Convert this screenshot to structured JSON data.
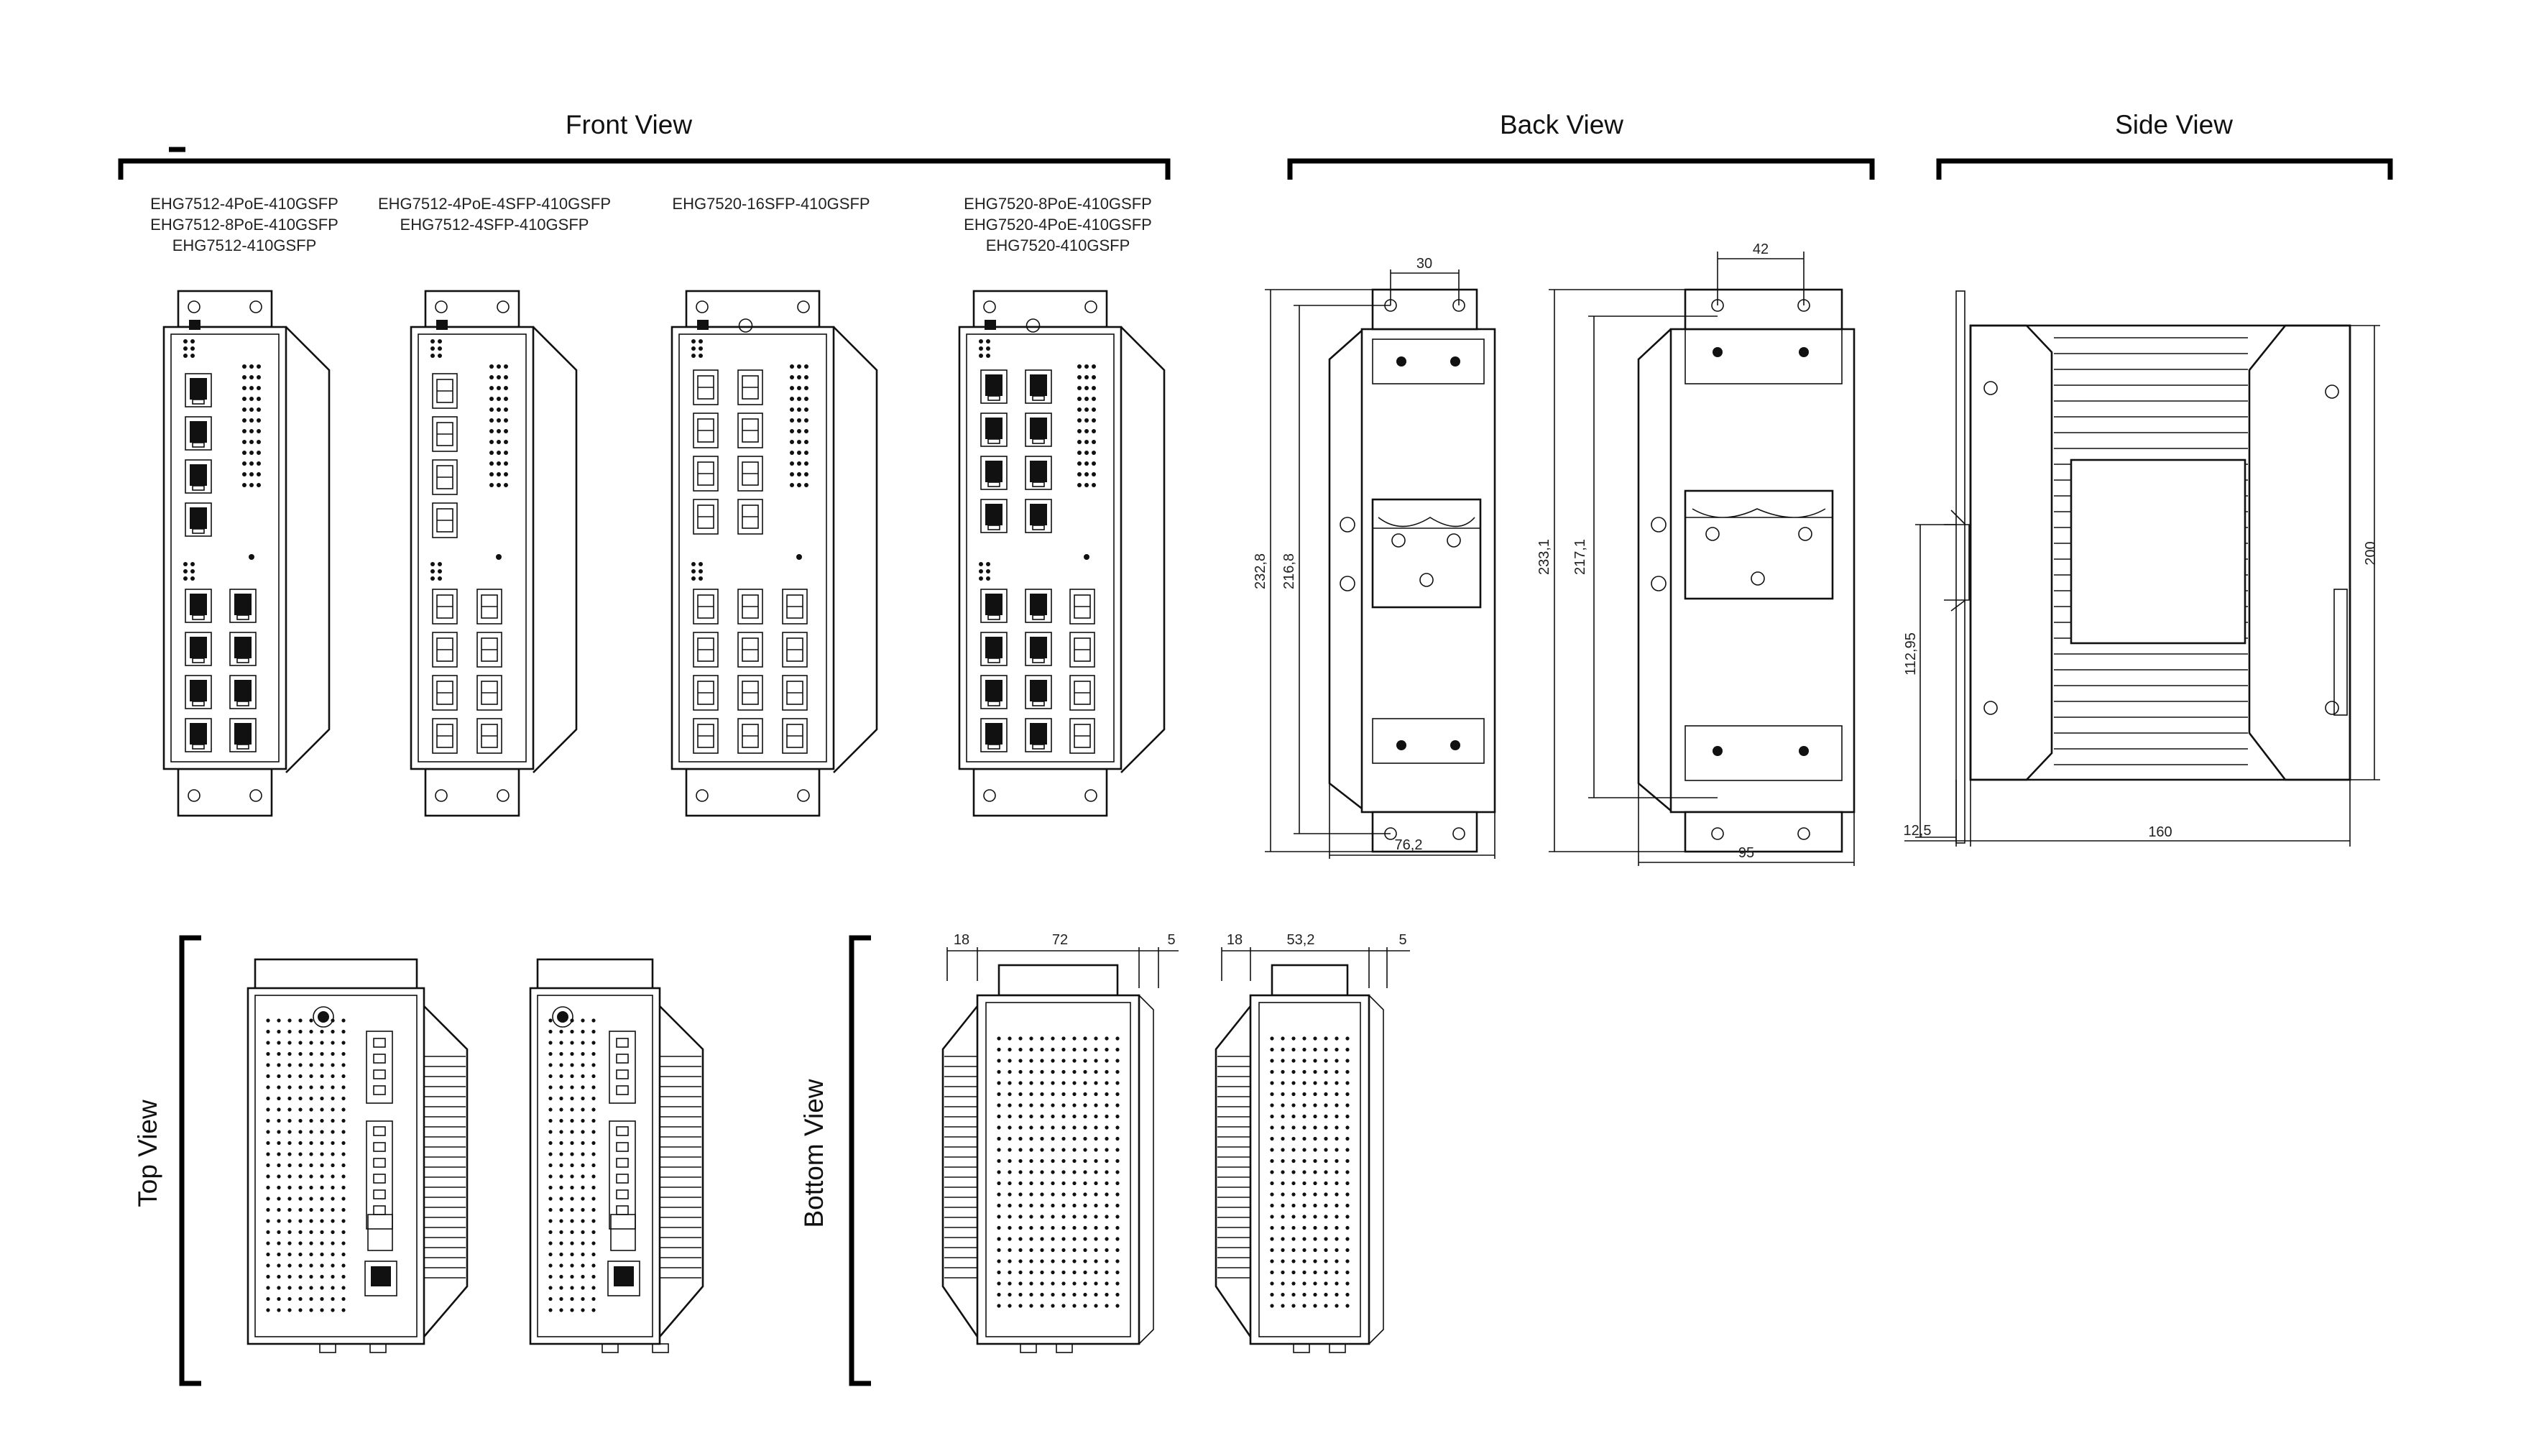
{
  "views": {
    "front": "Front View",
    "back": "Back View",
    "side": "Side View",
    "top": "Top View",
    "bottom": "Bottom View"
  },
  "front_models": {
    "group1": [
      "EHG7512-4PoE-410GSFP",
      "EHG7512-8PoE-410GSFP",
      "EHG7512-410GSFP"
    ],
    "group2": [
      "EHG7512-4PoE-4SFP-410GSFP",
      "EHG7512-4SFP-410GSFP"
    ],
    "group3": [
      "EHG7520-16SFP-410GSFP"
    ],
    "group4": [
      "EHG7520-8PoE-410GSFP",
      "EHG7520-4PoE-410GSFP",
      "EHG7520-410GSFP"
    ]
  },
  "dimensions": {
    "back1_top": "30",
    "back1_height_outer": "232,8",
    "back1_height_inner": "216,8",
    "back1_width": "76,2",
    "back2_top": "42",
    "back2_height_outer": "233,1",
    "back2_height_inner": "217,1",
    "back2_width": "95",
    "side_height": "200",
    "side_rail": "112,95",
    "side_offset": "12,5",
    "side_depth": "160",
    "bottom1_left": "18",
    "bottom1_mid": "72",
    "bottom1_right": "5",
    "bottom2_left": "18",
    "bottom2_mid": "53,2",
    "bottom2_right": "5"
  },
  "colors": {
    "line": "#111111",
    "background": "#ffffff"
  }
}
